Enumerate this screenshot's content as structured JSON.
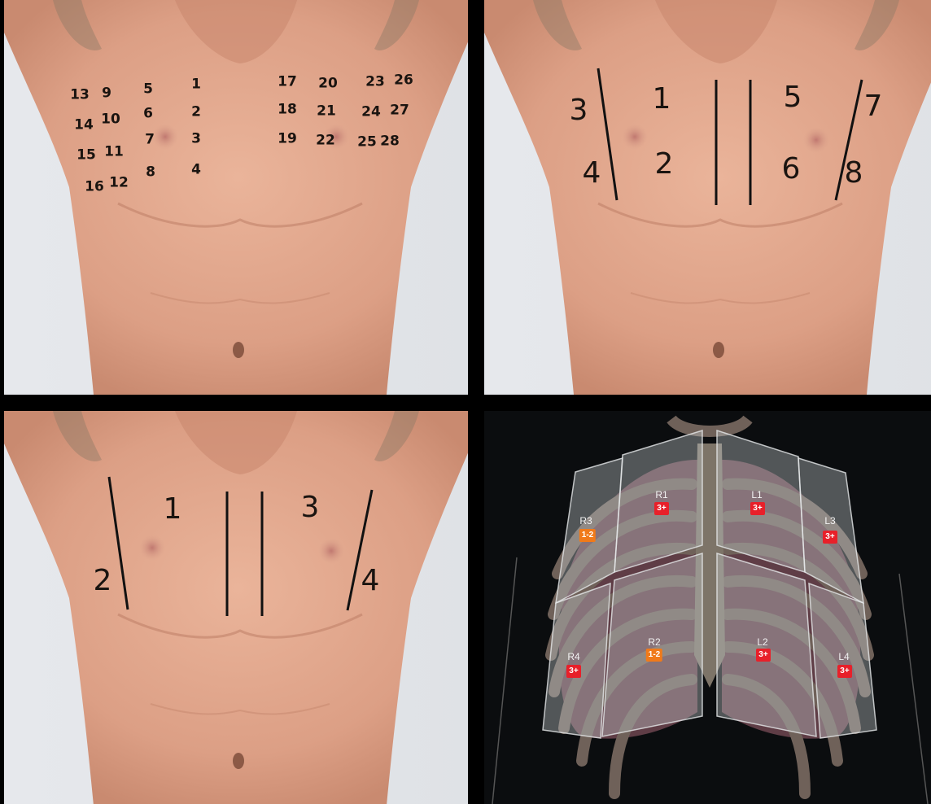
{
  "panel_28": {
    "labels": [
      "1",
      "2",
      "3",
      "4",
      "5",
      "6",
      "7",
      "8",
      "9",
      "10",
      "11",
      "12",
      "13",
      "14",
      "15",
      "16",
      "17",
      "18",
      "19",
      "20",
      "21",
      "22",
      "23",
      "24",
      "25",
      "26",
      "27",
      "28"
    ]
  },
  "panel_8": {
    "labels": [
      "1",
      "2",
      "3",
      "4",
      "5",
      "6",
      "7",
      "8"
    ]
  },
  "panel_4": {
    "labels": [
      "1",
      "2",
      "3",
      "4"
    ]
  },
  "panel_12": {
    "zones": [
      {
        "name": "R1",
        "grade": "3+"
      },
      {
        "name": "R2",
        "grade": "1-2"
      },
      {
        "name": "R3",
        "grade": "1-2"
      },
      {
        "name": "R4",
        "grade": "3+"
      },
      {
        "name": "L1",
        "grade": "3+"
      },
      {
        "name": "L2",
        "grade": "3+"
      },
      {
        "name": "L3",
        "grade": "3+"
      },
      {
        "name": "L4",
        "grade": "3+"
      }
    ],
    "colors": {
      "grade_high": "#e8202a",
      "grade_mid": "#f07a1a"
    }
  }
}
